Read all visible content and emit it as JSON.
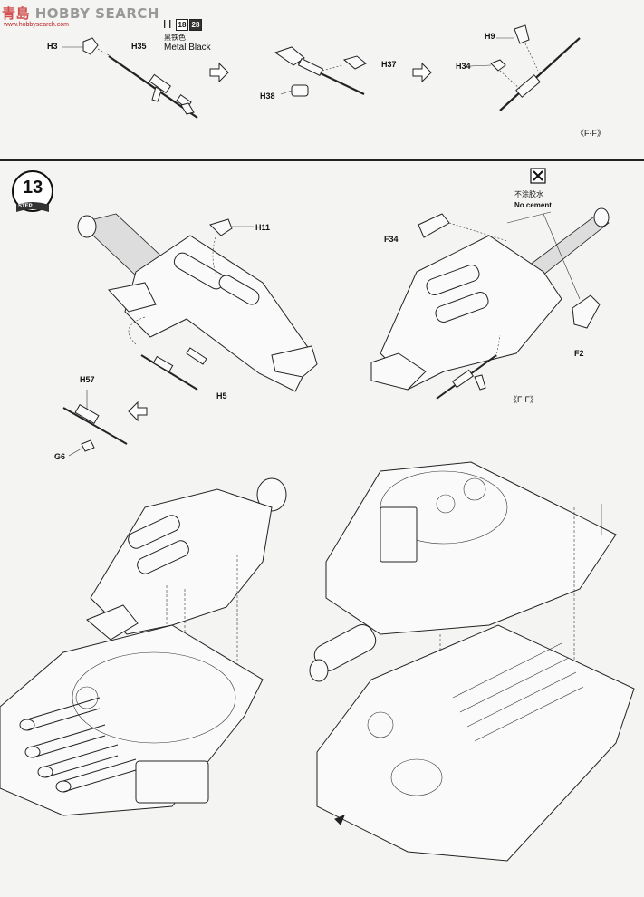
{
  "watermark": {
    "brand": "HOBBY SEARCH",
    "prefix": "青島",
    "url": "www.hobbysearch.com"
  },
  "top": {
    "paint_code": "H",
    "paint_num_a": "18",
    "paint_num_b": "28",
    "paint_name_cn": "黑铁色",
    "paint_name_en": "Metal  Black",
    "parts": {
      "h3": "H3",
      "h35": "H35",
      "h37": "H37",
      "h38": "H38",
      "h9": "H9",
      "h34": "H34"
    },
    "ref": "《F-F》"
  },
  "step": {
    "number": "13",
    "label": "STEP"
  },
  "panel1": {
    "h11": "H11",
    "h5": "H5",
    "h57": "H57",
    "g6": "G6"
  },
  "panel2": {
    "no_cement_cn": "不涂胶水",
    "no_cement_en": "No cement",
    "f34": "F34",
    "f2": "F2",
    "ref": "《F-F》"
  },
  "colors": {
    "line": "#222222",
    "paper": "#f4f4f2",
    "paint_box_dark": "#333333"
  }
}
